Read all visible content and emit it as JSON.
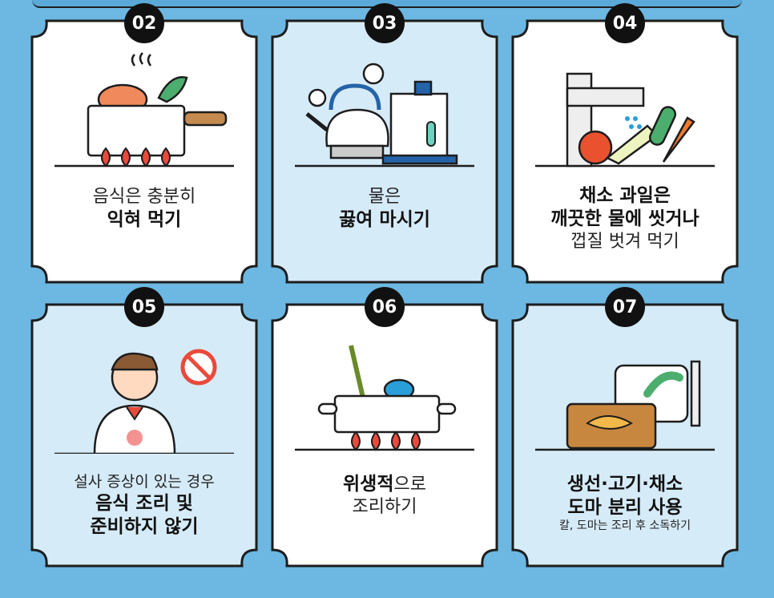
{
  "cards": [
    {
      "num": "02",
      "lines": [
        {
          "t": "음식은 충분히",
          "w": "thin"
        },
        {
          "t": "익혀 먹기",
          "w": "bold"
        }
      ],
      "bg": "#ffffff"
    },
    {
      "num": "03",
      "lines": [
        {
          "t": "물은",
          "w": "thin"
        },
        {
          "t": "끓여 마시기",
          "w": "bold"
        }
      ],
      "bg": "#d6ebf8"
    },
    {
      "num": "04",
      "lines": [
        {
          "t": "채소 과일은",
          "w": "bold"
        },
        {
          "t": "깨끗한 물에 씻거나",
          "w": "bold"
        },
        {
          "t": "껍질 벗겨 먹기",
          "w": "thin"
        }
      ],
      "bg": "#ffffff"
    },
    {
      "num": "05",
      "lines": [
        {
          "t": "설사 증상이 있는 경우",
          "w": "thin"
        },
        {
          "t": "음식 조리 및",
          "w": "bold"
        },
        {
          "t": "준비하지 않기",
          "w": "bold"
        }
      ],
      "bg": "#d6ebf8"
    },
    {
      "num": "06",
      "lines": [
        {
          "t": "위생적",
          "w": "bold",
          "suffix": "으로"
        },
        {
          "t": "조리하기",
          "w": "thin"
        }
      ],
      "bg": "#ffffff"
    },
    {
      "num": "07",
      "lines": [
        {
          "t": "생선·고기·채소",
          "w": "bold"
        },
        {
          "t": "도마 분리 사용",
          "w": "bold"
        },
        {
          "t": "칼, 도마는 조리 후 소독하기",
          "w": "small"
        }
      ],
      "bg": "#d6ebf8"
    }
  ],
  "colors": {
    "background": "#6cb8e2",
    "card_light": "#d6ebf8",
    "card_white": "#ffffff",
    "badge": "#111111",
    "flame": "#e94a3b"
  },
  "icons": [
    "pot-with-crab-icon",
    "kettle-icon",
    "faucet-vegetables-icon",
    "sick-chef-icon",
    "cooking-pot-icon",
    "cutting-board-icon"
  ]
}
